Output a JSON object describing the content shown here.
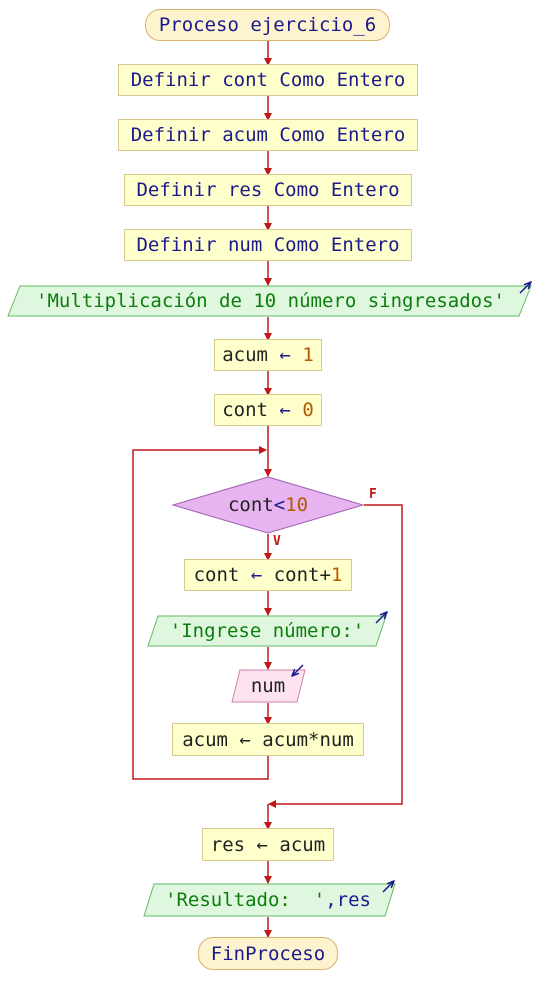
{
  "diagram": {
    "start": "Proceso ejercicio_6",
    "defs": [
      "Definir cont Como Entero",
      "Definir acum Como Entero",
      "Definir res Como Entero",
      "Definir num Como Entero"
    ],
    "output1": "'Multiplicación de 10 número singresados'",
    "assign_acum": {
      "var": "acum",
      "arrow": "←",
      "value": "1"
    },
    "assign_cont": {
      "var": "cont",
      "arrow": "←",
      "value": "0"
    },
    "condition": {
      "var": "cont",
      "op": "<",
      "value": "10"
    },
    "branch_true": "V",
    "branch_false": "F",
    "loop_inc": {
      "var": "cont",
      "arrow": "←",
      "expr": "cont+",
      "value": "1"
    },
    "output2": "'Ingrese número:'",
    "input": "num",
    "loop_mult": "acum ← acum*num",
    "assign_res": "res ← acum",
    "output3": {
      "text": "'Resultado:  '",
      "sep": ",",
      "var": "res"
    },
    "end": "FinProceso"
  },
  "colors": {
    "wire": "#c01818",
    "terminal_fill": "#fdf3cf",
    "process_fill": "#ffffcc",
    "output_fill": "#dff7df",
    "input_fill": "#fde3f0",
    "decision_fill": "#e7b3f0",
    "io_arrow": "#1a1a8c"
  }
}
